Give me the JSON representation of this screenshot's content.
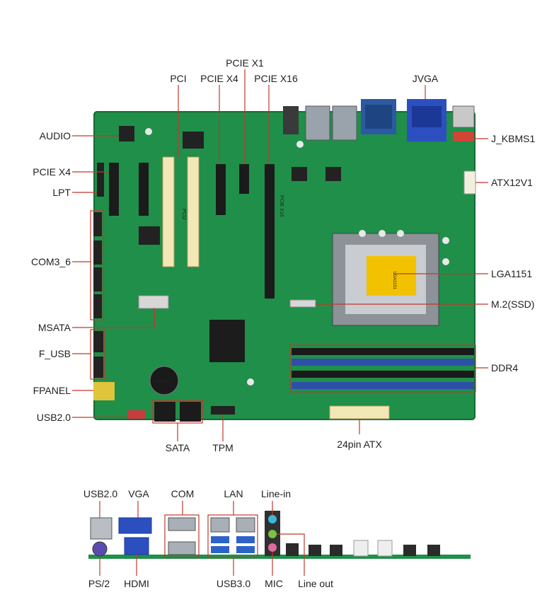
{
  "labels": {
    "audio": "AUDIO",
    "pcie_x4_left": "PCIE X4",
    "lpt": "LPT",
    "com3_6": "COM3_6",
    "msata": "MSATA",
    "f_usb": "F_USB",
    "fpanel": "FPANEL",
    "usb20_left": "USB2.0",
    "pci": "PCI",
    "pcie_x4_top": "PCIE X4",
    "pcie_x1": "PCIE X1",
    "pcie_x16": "PCIE X16",
    "jvga": "JVGA",
    "j_kbms1": "J_KBMS1",
    "atx12v1": "ATX12V1",
    "lga1151": "LGA1151",
    "m2_ssd": "M.2(SSD)",
    "ddr4": "DDR4",
    "sata": "SATA",
    "tpm": "TPM",
    "atx24": "24pin ATX",
    "io_usb20": "USB2.0",
    "io_vga": "VGA",
    "io_com": "COM",
    "io_lan": "LAN",
    "io_linein": "Line-in",
    "io_ps2": "PS/2",
    "io_hdmi": "HDMI",
    "io_usb30": "USB3.0",
    "io_mic": "MIC",
    "io_lineout": "Line out"
  },
  "board_markings": {
    "slot_pci": "PCI2",
    "slot_pcie16": "PCIE X16",
    "lga_chip": "LGA1151",
    "battery": "Newsun"
  },
  "colors": {
    "leader": "#c0392b",
    "pcb": "#1f8f4a",
    "pcb_dark": "#176d38",
    "pci_slot": "#f3e7b8",
    "dimm_blue": "#2d4fa8",
    "dimm_black": "#1a1a1a",
    "cpu_yellow": "#f2c200"
  }
}
